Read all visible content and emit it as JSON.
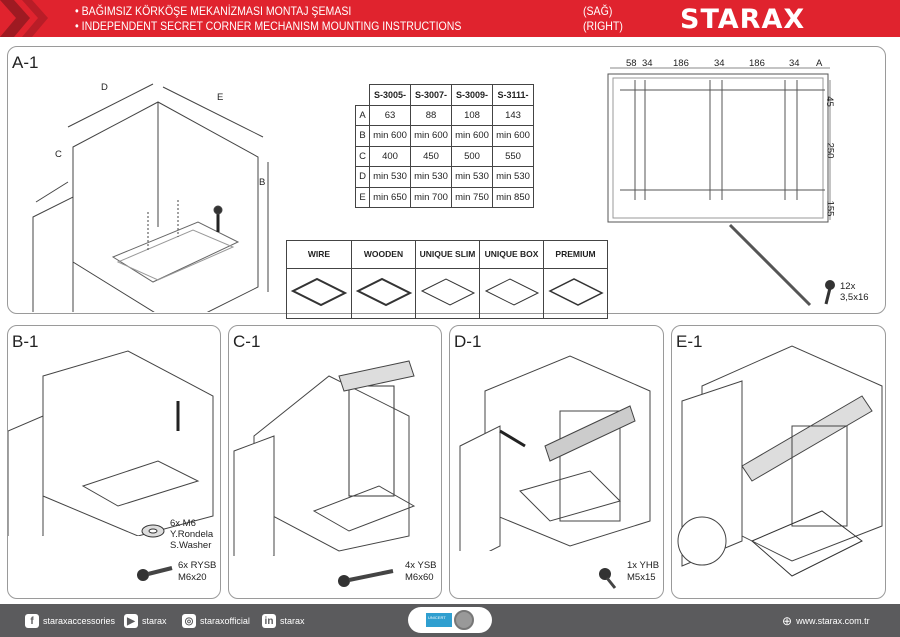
{
  "header": {
    "title_tr": "• BAĞIMSIZ KÖRKÖŞE MEKANİZMASI MONTAJ ŞEMASI",
    "title_en": "• INDEPENDENT SECRET CORNER MECHANISM MOUNTING INSTRUCTIONS",
    "side_tr": "(SAĞ)",
    "side_en": "(RIGHT)",
    "brand": "STARAX",
    "brand_color": "#e0232e"
  },
  "panel_a": {
    "label": "A-1",
    "cabinet_dims": [
      "D",
      "E",
      "C",
      "B"
    ],
    "table": {
      "headers": [
        "S-3005-",
        "S-3007-",
        "S-3009-",
        "S-3111-"
      ],
      "rows": [
        {
          "key": "A",
          "values": [
            "63",
            "88",
            "108",
            "143"
          ]
        },
        {
          "key": "B",
          "values": [
            "min 600",
            "min 600",
            "min 600",
            "min 600"
          ]
        },
        {
          "key": "C",
          "values": [
            "400",
            "450",
            "500",
            "550"
          ]
        },
        {
          "key": "D",
          "values": [
            "min 530",
            "min 530",
            "min 530",
            "min 530"
          ]
        },
        {
          "key": "E",
          "values": [
            "min 650",
            "min 700",
            "min 750",
            "min 850"
          ]
        }
      ]
    },
    "basket_types": [
      "WIRE",
      "WOODEN",
      "UNIQUE SLIM",
      "UNIQUE BOX",
      "PREMIUM"
    ],
    "top_dims": [
      "58",
      "34",
      "186",
      "34",
      "186",
      "34",
      "A"
    ],
    "side_dims": [
      "45",
      "250",
      "155"
    ],
    "screw": {
      "qty": "12x",
      "size": "3,5x16"
    }
  },
  "panel_b": {
    "label": "B-1",
    "washer": {
      "qty": "6x M6",
      "name1": "Y.Rondela",
      "name2": "S.Washer"
    },
    "screw": {
      "qty": "6x RYSB",
      "size": "M6x20"
    }
  },
  "panel_c": {
    "label": "C-1",
    "screw": {
      "qty": "4x YSB",
      "size": "M6x60"
    }
  },
  "panel_d": {
    "label": "D-1",
    "screw": {
      "qty": "1x YHB",
      "size": "M5x15"
    }
  },
  "panel_e": {
    "label": "E-1"
  },
  "footer": {
    "facebook": "staraxaccessories",
    "youtube": "starax",
    "instagram": "staraxofficial",
    "linkedin": "starax",
    "cert": "UNICERT",
    "website": "www.starax.com.tr"
  }
}
